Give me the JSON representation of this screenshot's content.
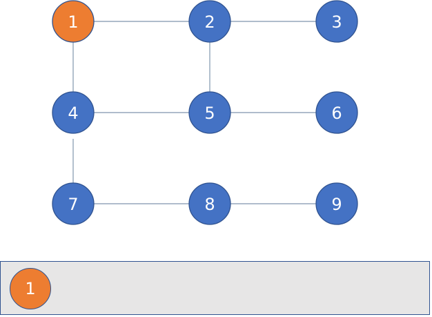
{
  "colors": {
    "visited": "#ed7d31",
    "unvisited": "#4472c4",
    "edge": "#7f95ad",
    "panel_background": "#e7e6e6",
    "panel_border": "#2f528f"
  },
  "graph": {
    "nodes": [
      {
        "id": "1",
        "label": "1",
        "state": "visited"
      },
      {
        "id": "2",
        "label": "2",
        "state": "unvisited"
      },
      {
        "id": "3",
        "label": "3",
        "state": "unvisited"
      },
      {
        "id": "4",
        "label": "4",
        "state": "unvisited"
      },
      {
        "id": "5",
        "label": "5",
        "state": "unvisited"
      },
      {
        "id": "6",
        "label": "6",
        "state": "unvisited"
      },
      {
        "id": "7",
        "label": "7",
        "state": "unvisited"
      },
      {
        "id": "8",
        "label": "8",
        "state": "unvisited"
      },
      {
        "id": "9",
        "label": "9",
        "state": "unvisited"
      }
    ],
    "edges": [
      [
        "1",
        "2"
      ],
      [
        "2",
        "3"
      ],
      [
        "1",
        "4"
      ],
      [
        "2",
        "5"
      ],
      [
        "4",
        "5"
      ],
      [
        "5",
        "6"
      ],
      [
        "4",
        "7"
      ],
      [
        "7",
        "8"
      ],
      [
        "8",
        "9"
      ]
    ]
  },
  "queue": [
    {
      "label": "1",
      "state": "visited"
    }
  ]
}
